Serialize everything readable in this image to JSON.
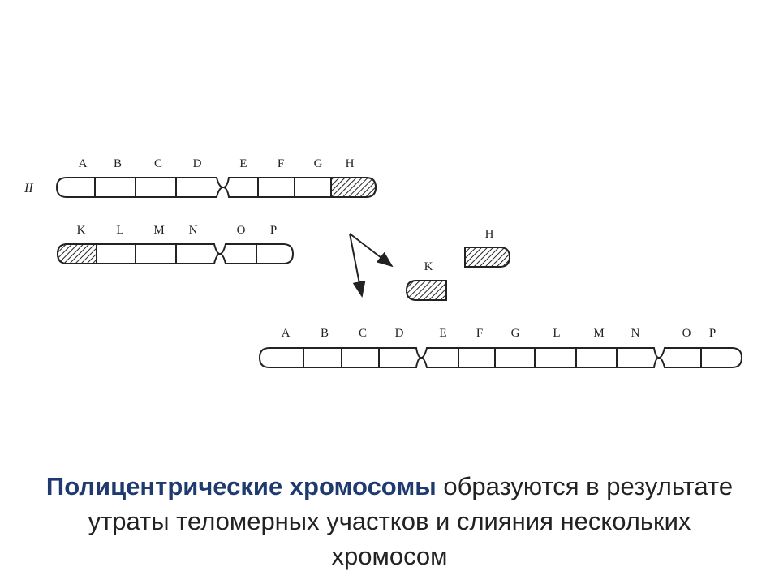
{
  "diagram": {
    "roman_label": "II",
    "chromosome_1": {
      "labels": [
        "A",
        "B",
        "C",
        "D",
        "E",
        "F",
        "G",
        "H"
      ]
    },
    "chromosome_2": {
      "labels": [
        "K",
        "L",
        "M",
        "N",
        "O",
        "P"
      ]
    },
    "fragment_h": "H",
    "fragment_k": "K",
    "fused": {
      "labels": [
        "A",
        "B",
        "C",
        "D",
        "E",
        "F",
        "G",
        "L",
        "M",
        "N",
        "O",
        "P"
      ]
    }
  },
  "caption": {
    "highlight": "Полицентрические хромосомы",
    "rest": " образуются в результате утраты теломерных участков и слияния нескольких хромосом"
  }
}
